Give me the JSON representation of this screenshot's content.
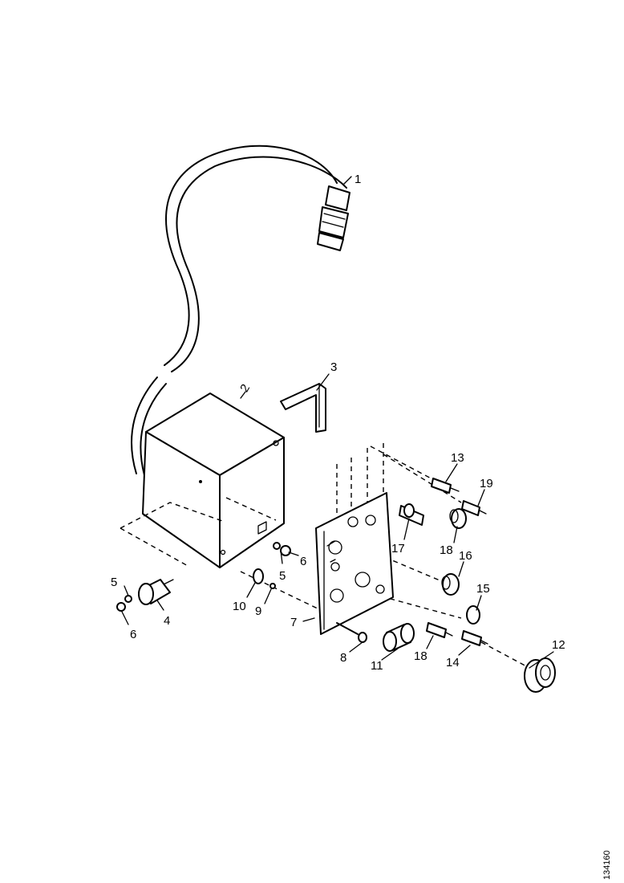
{
  "figure_id": "134160",
  "callouts": {
    "c1": "1",
    "c2": "2",
    "c3": "3",
    "c4": "4",
    "c5a": "5",
    "c5b": "5",
    "c6a": "6",
    "c6b": "6",
    "c7": "7",
    "c8": "8",
    "c9": "9",
    "c10": "10",
    "c11": "11",
    "c12": "12",
    "c13": "13",
    "c14": "14",
    "c15": "15",
    "c16": "16",
    "c17": "17",
    "c18a": "18",
    "c18b": "18",
    "c19": "19"
  }
}
